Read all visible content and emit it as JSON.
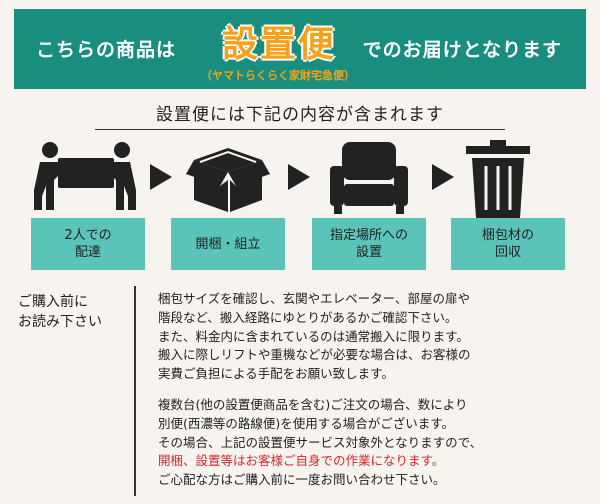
{
  "banner": {
    "left_text": "こちらの商品は",
    "main_text": "設置便",
    "sub_text": "（ヤマトらくらく家財宅急便）",
    "right_text": "でのお届けとなります",
    "bg_color": "#1a8e7e",
    "accent_color": "#f4a219"
  },
  "heading": "設置便には下記の内容が含まれます",
  "steps": [
    {
      "icon": "two-people-carrying-icon",
      "line1": "2人での",
      "line2": "配達"
    },
    {
      "icon": "open-box-icon",
      "line1": "開梱・組立",
      "line2": ""
    },
    {
      "icon": "armchair-icon",
      "line1": "指定場所への",
      "line2": "設置"
    },
    {
      "icon": "trash-can-icon",
      "line1": "梱包材の",
      "line2": "回収"
    }
  ],
  "label_color": "#5bc4b8",
  "notice": {
    "title_line1": "ご購入前に",
    "title_line2": "お読み下さい",
    "para1": [
      "梱包サイズを確認し、玄関やエレベーター、部屋の扉や",
      "階段など、搬入経路にゆとりがあるかご確認下さい。",
      "また、料金内に含まれているのは通常搬入に限ります。",
      "搬入に際しリフトや重機などが必要な場合は、お客様の",
      "実費ご負担による手配をお願い致します。"
    ],
    "para2": [
      "複数台(他の設置便商品を含む)ご注文の場合、数により",
      "別便(西濃等の路線便)を使用する場合がございます。",
      "その場合、上記の設置便サービス対象外となりますので、"
    ],
    "para2_red": "開梱、設置等はお客様ご自身での作業になります。",
    "para2_last": "ご心配な方はご購入前に一度お問い合わせ下さい。"
  }
}
